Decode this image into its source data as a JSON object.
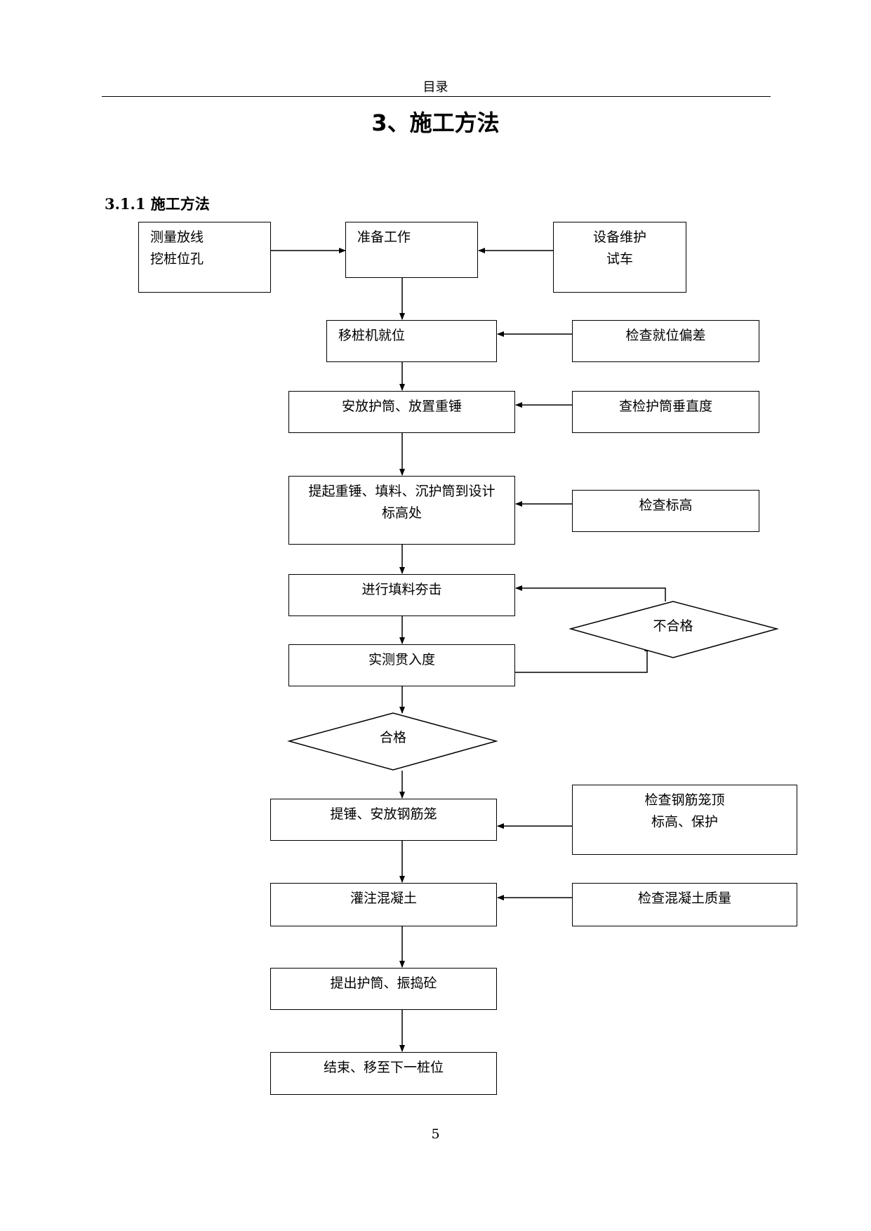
{
  "header": {
    "text": "目录"
  },
  "title": "3、施工方法",
  "section": "3.1.1 施工方法",
  "page_number": "5",
  "flow": {
    "survey": [
      "测量放线",
      "挖桩位孔"
    ],
    "prepare": "准备工作",
    "maintain": [
      "设备维护",
      "试车"
    ],
    "move_rig": "移桩机就位",
    "check_position": "检查就位偏差",
    "place_casing": "安放护筒、放置重锤",
    "check_vertical": "查检护筒垂直度",
    "lift_hammer": [
      "提起重锤、填料、沉护筒到设计",
      "标高处"
    ],
    "check_elevation": "检查标高",
    "fill_ram": "进行填料夯击",
    "fail": "不合格",
    "measure_penetration": "实测贯入度",
    "pass": "合格",
    "place_cage": "提锤、安放钢筋笼",
    "check_cage": [
      "检查钢筋笼顶",
      "标高、保护"
    ],
    "pour_concrete": "灌注混凝土",
    "check_concrete": "检查混凝土质量",
    "extract_casing": "提出护筒、振捣砼",
    "finish": "结束、移至下一桩位"
  }
}
